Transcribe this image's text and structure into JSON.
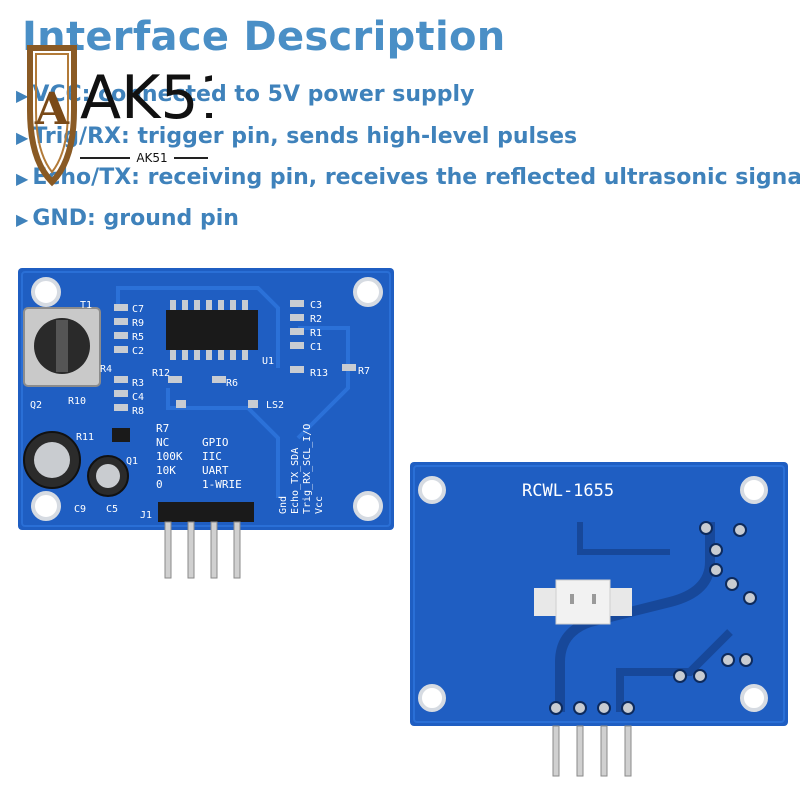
{
  "heading": "Interface Description",
  "items": [
    {
      "label": "VCC",
      "text": ": connected to 5V power supply"
    },
    {
      "label": "Trig/RX",
      "text": ": trigger pin, sends high-level pulses"
    },
    {
      "label": "Echo/TX",
      "text": ": receiving pin, receives the reflected ultrasonic signal"
    },
    {
      "label": "GND",
      "text": ": ground pin"
    }
  ],
  "logo": {
    "text": "AK51",
    "subtext": "AK51",
    "letter": "A"
  },
  "front_board": {
    "components": {
      "t1": "T1",
      "c7": "C7",
      "r9": "R9",
      "r5": "R5",
      "c2": "C2",
      "r4": "R4",
      "r12": "R12",
      "r6": "R6",
      "r3": "R3",
      "c4": "C4",
      "r8": "R8",
      "q2": "Q2",
      "r10": "R10",
      "r11": "R11",
      "q1": "Q1",
      "c9": "C9",
      "c5": "C5",
      "j1": "J1",
      "c3": "C3",
      "r2": "R2",
      "r1": "R1",
      "c1": "C1",
      "u1": "U1",
      "r13": "R13",
      "r7b": "R7",
      "ls2": "LS2"
    },
    "mode_table": {
      "header": "R7",
      "rows": [
        {
          "value": "NC",
          "mode": "GPIO"
        },
        {
          "value": "100K",
          "mode": "IIC"
        },
        {
          "value": "10K",
          "mode": "UART"
        },
        {
          "value": "0",
          "mode": "1-WRIE"
        }
      ]
    },
    "pin_labels": [
      "Gnd",
      "Echo_TX_SDA",
      "Trig_RX_SCL_I/O",
      "Vcc"
    ]
  },
  "back_board": {
    "model": "RCWL-1655"
  },
  "colors": {
    "heading": "#4a8fc6",
    "pcb": "#1f5ec2",
    "pcb_dark": "#17489a",
    "silk": "#ffffff",
    "pad": "#c8ccd2"
  }
}
